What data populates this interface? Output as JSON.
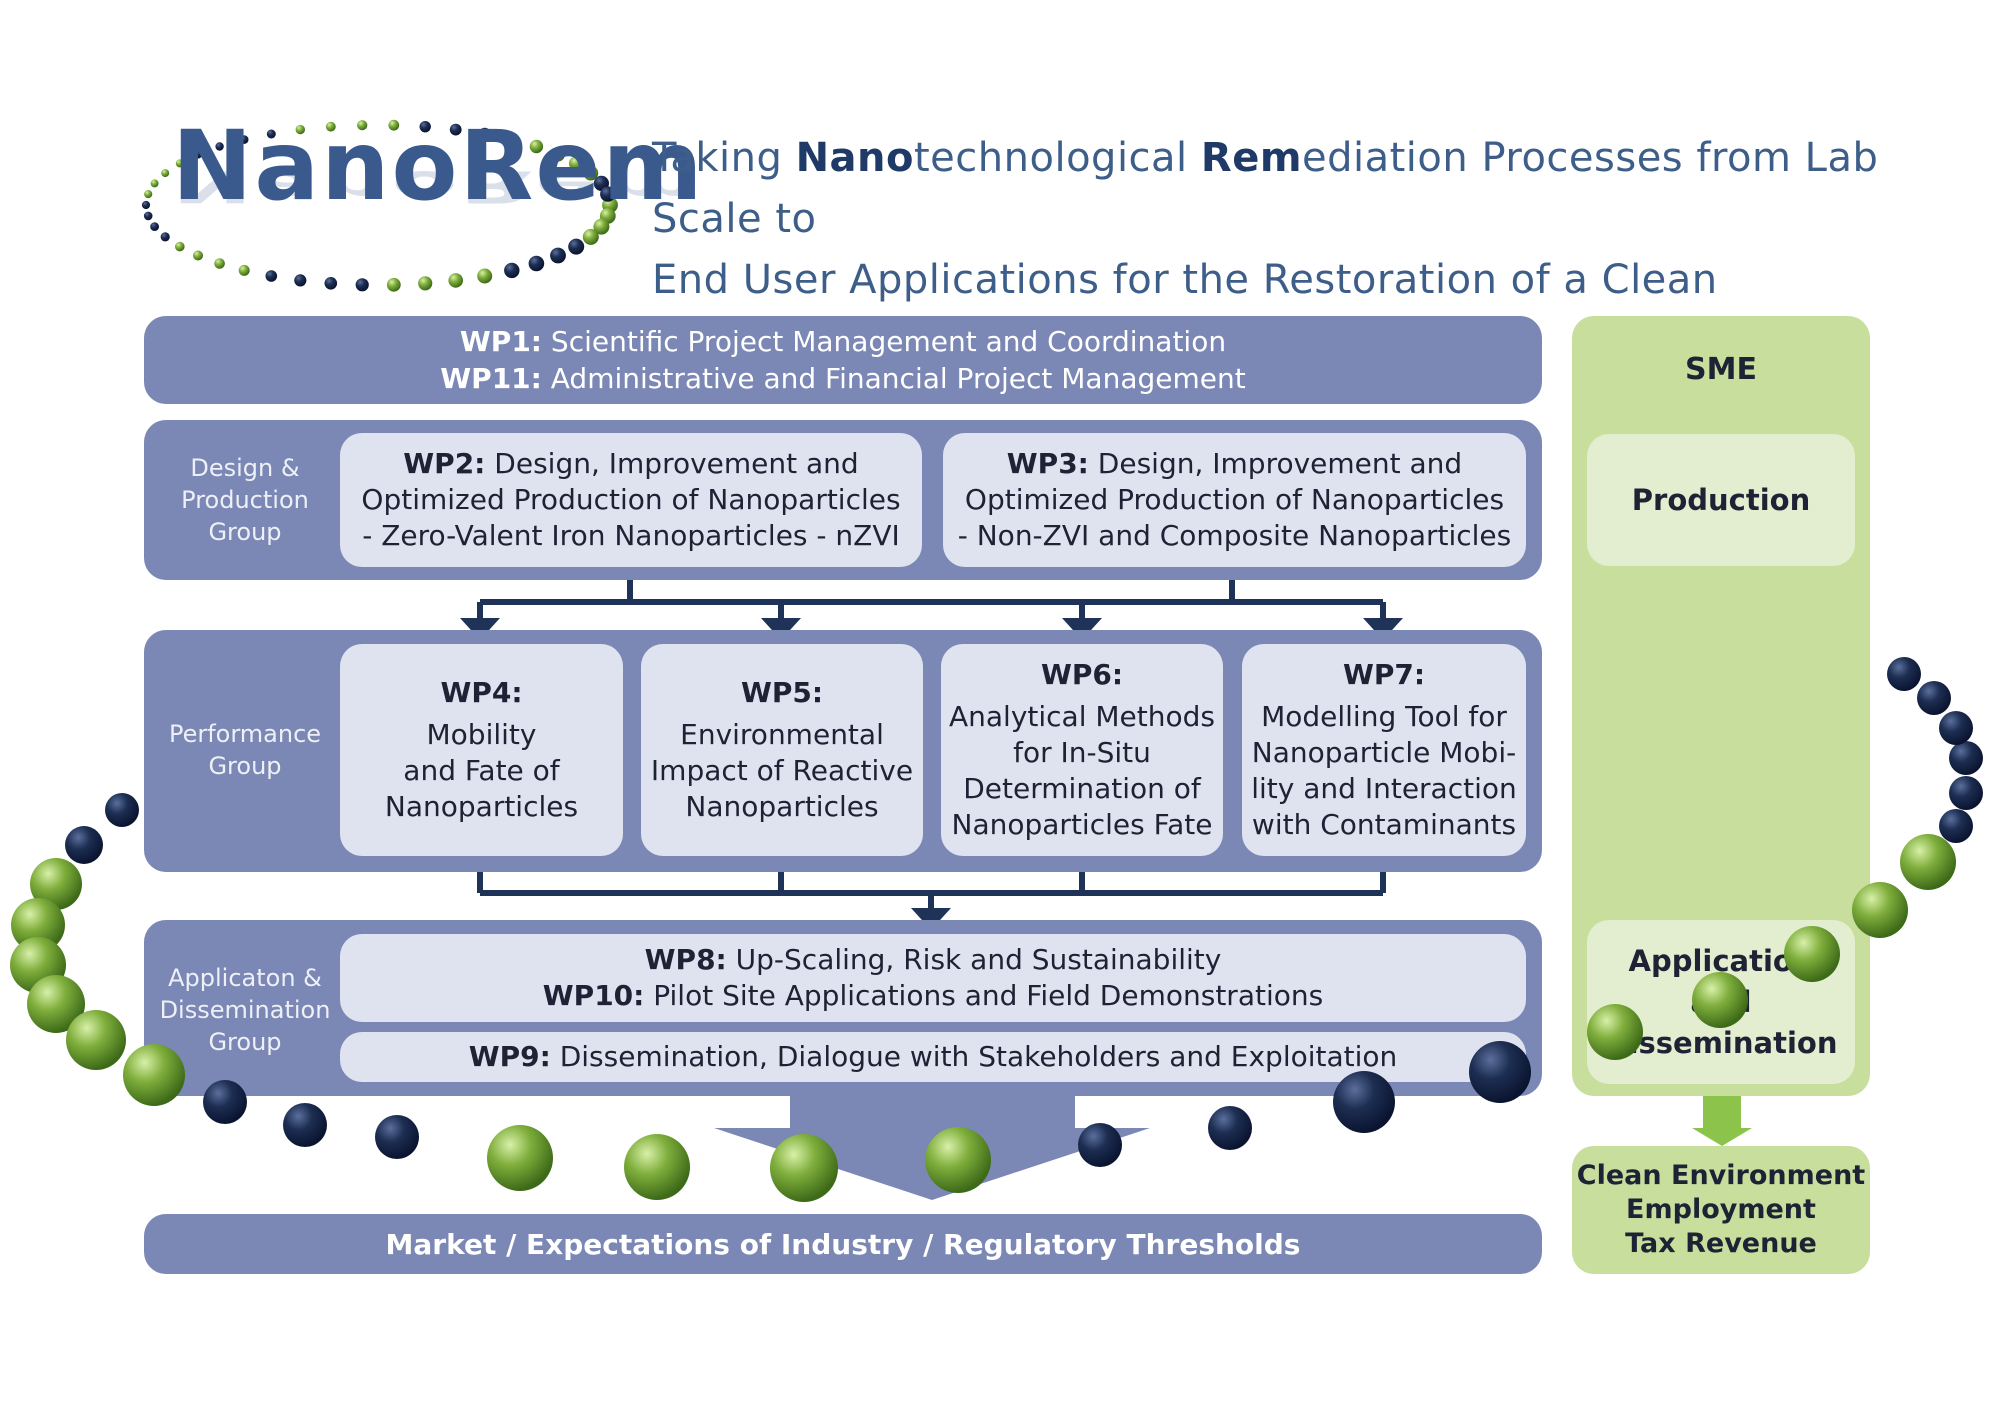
{
  "logo": {
    "text": "NanoRem"
  },
  "headline": {
    "part1": "Taking ",
    "nano": "Nano",
    "part2": "technological ",
    "rem": "Rem",
    "part3": "ediation Processes from Lab Scale to",
    "line2": "End User Applications for the Restoration of a Clean Environment"
  },
  "management": {
    "wp1_id": "WP1:",
    "wp1_text": " Scientific Project Management and Coordination",
    "wp11_id": "WP11:",
    "wp11_text": " Administrative and Financial Project Management"
  },
  "design_group": {
    "label": "Design &\nProduction\nGroup",
    "wp2": {
      "id": "WP2:",
      "l1": " Design, Improvement and",
      "l2": "Optimized Production of Nanoparticles",
      "l3": "- Zero-Valent Iron Nanoparticles - nZVI"
    },
    "wp3": {
      "id": "WP3:",
      "l1": " Design, Improvement and",
      "l2": "Optimized Production of Nanoparticles",
      "l3": "- Non-ZVI and Composite Nanoparticles"
    }
  },
  "performance_group": {
    "label": "Performance\nGroup",
    "wp4": {
      "id": "WP4:",
      "text": "Mobility\nand Fate of\nNanoparticles"
    },
    "wp5": {
      "id": "WP5:",
      "text": "Environmental\nImpact of Reactive\nNanoparticles"
    },
    "wp6": {
      "id": "WP6:",
      "text": "Analytical Methods\nfor In-Situ\nDetermination of\nNanoparticles Fate"
    },
    "wp7": {
      "id": "WP7:",
      "text": "Modelling Tool for\nNanoparticle Mobi-\nlity and Interaction\nwith Contaminants"
    }
  },
  "application_group": {
    "label": "Applicaton &\nDissemination\nGroup",
    "wp8_id": "WP8:",
    "wp8_text": " Up-Scaling, Risk and Sustainability",
    "wp10_id": "WP10:",
    "wp10_text": " Pilot Site Applications and Field Demonstrations",
    "wp9_id": "WP9:",
    "wp9_text": " Dissemination, Dialogue with Stakeholders and Exploitation"
  },
  "market": {
    "text": "Market / Expectations of Industry / Regulatory Thresholds"
  },
  "sme": {
    "title": "SME",
    "production": "Production",
    "application": "Application\nand\nDissemination"
  },
  "outcomes": {
    "l1": "Clean Environment",
    "l2": "Employment",
    "l3": "Tax Revenue"
  },
  "colors": {
    "panel_blue": "#7b87b4",
    "box_light": "#dfe3ef",
    "connector_navy": "#1f3358",
    "green_panel": "#c7de9c",
    "green_arrow": "#8cc34a",
    "bead_green": "#7fae3c",
    "bead_navy": "#1d2e52"
  }
}
